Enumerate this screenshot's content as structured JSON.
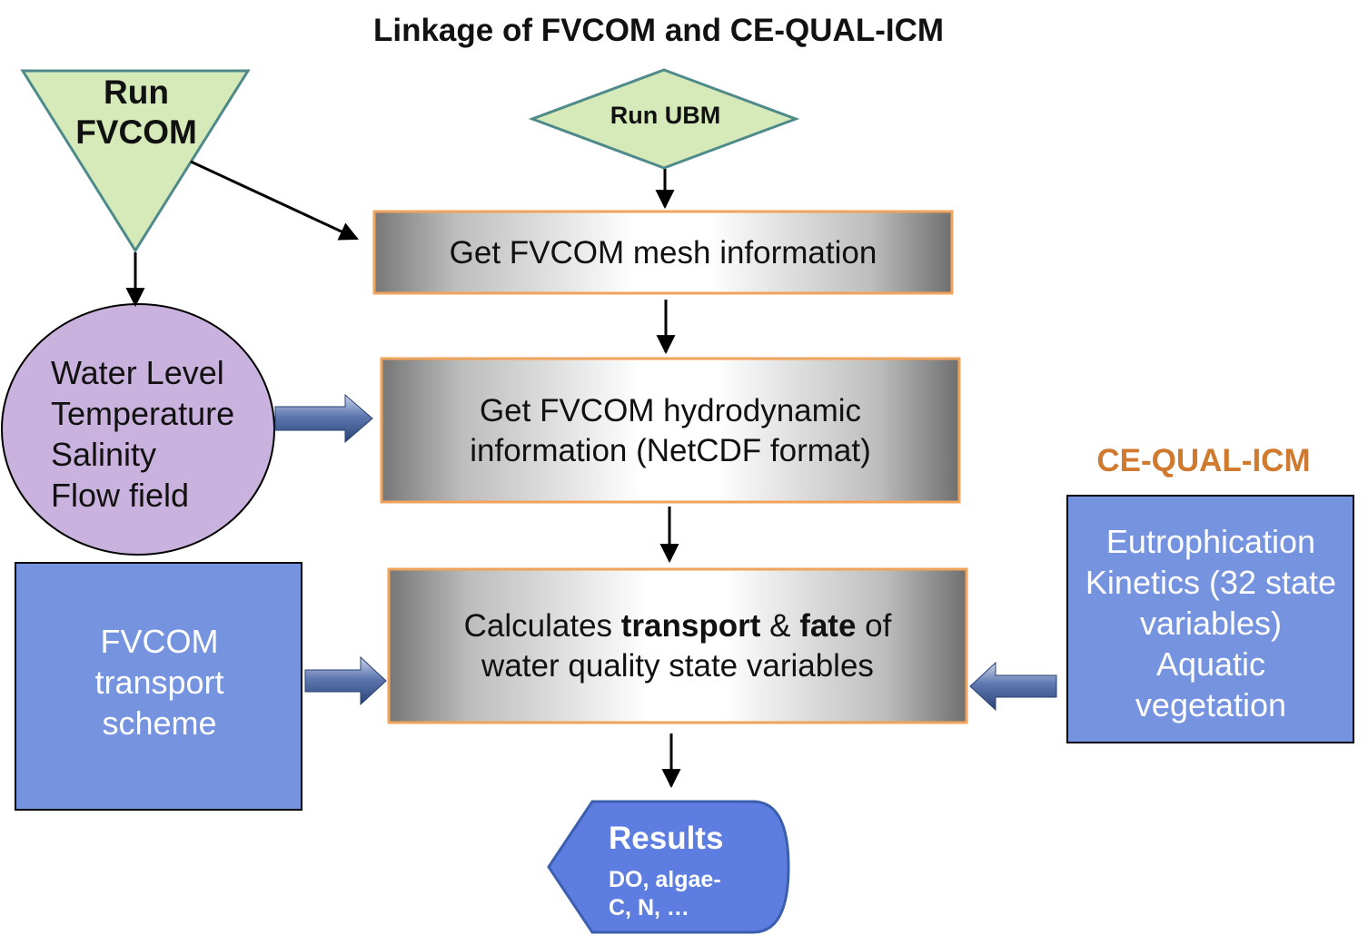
{
  "diagram": {
    "title": "Linkage of FVCOM and CE-QUAL-ICM",
    "run_fvcom": {
      "line1": "Run",
      "line2": "FVCOM"
    },
    "run_ubm": "Run UBM",
    "mesh_box": "Get FVCOM mesh information",
    "hydro_box": {
      "line1": "Get FVCOM hydrodynamic",
      "line2": "information  (NetCDF format)"
    },
    "calc_box": {
      "part1": "Calculates ",
      "bold1": "transport",
      "part2": " & ",
      "bold2": "fate",
      "part3": " of",
      "line2": "water quality state variables"
    },
    "circle": {
      "line1": "Water Level",
      "line2": "Temperature",
      "line3": "Salinity",
      "line4": "Flow field"
    },
    "transport_box": {
      "line1": "FVCOM",
      "line2": "transport",
      "line3": "scheme"
    },
    "cequal_label": "CE-QUAL-ICM",
    "ceqal_box": {
      "line1": "Eutrophication",
      "line2": "Kinetics (32 state",
      "line3": "variables)",
      "line4": "Aquatic",
      "line5": "vegetation"
    },
    "results": {
      "title": "Results",
      "line1": "DO, algae-",
      "line2": "C, N, …"
    }
  },
  "colors": {
    "green_fill": "#d5eab8",
    "green_stroke": "#4f8a8b",
    "purple_fill": "#c9b2dd",
    "blue_fill": "#7693e0",
    "results_fill": "#5d7ee0",
    "orange_border": "#f0a35a",
    "label_orange": "#d07a30"
  }
}
